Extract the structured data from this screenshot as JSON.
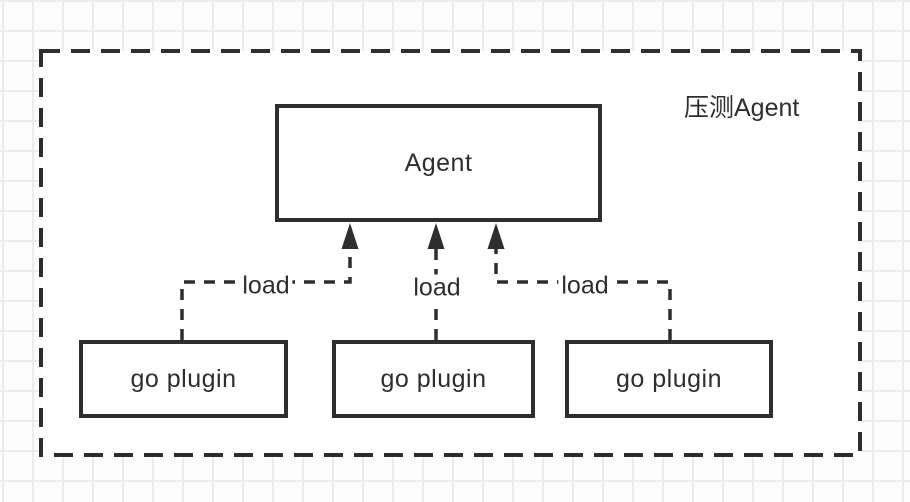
{
  "diagram": {
    "group": {
      "label": "压测Agent"
    },
    "agent": {
      "label": "Agent"
    },
    "plugins": [
      {
        "label": "go plugin"
      },
      {
        "label": "go plugin"
      },
      {
        "label": "go plugin"
      }
    ],
    "connectors": [
      {
        "label": "load"
      },
      {
        "label": "load"
      },
      {
        "label": "load"
      }
    ]
  },
  "colors": {
    "stroke": "#2e2e2e",
    "box_fill": "#ffffff",
    "canvas_bg": "#fcfcfc",
    "grid_line": "#ececec"
  }
}
